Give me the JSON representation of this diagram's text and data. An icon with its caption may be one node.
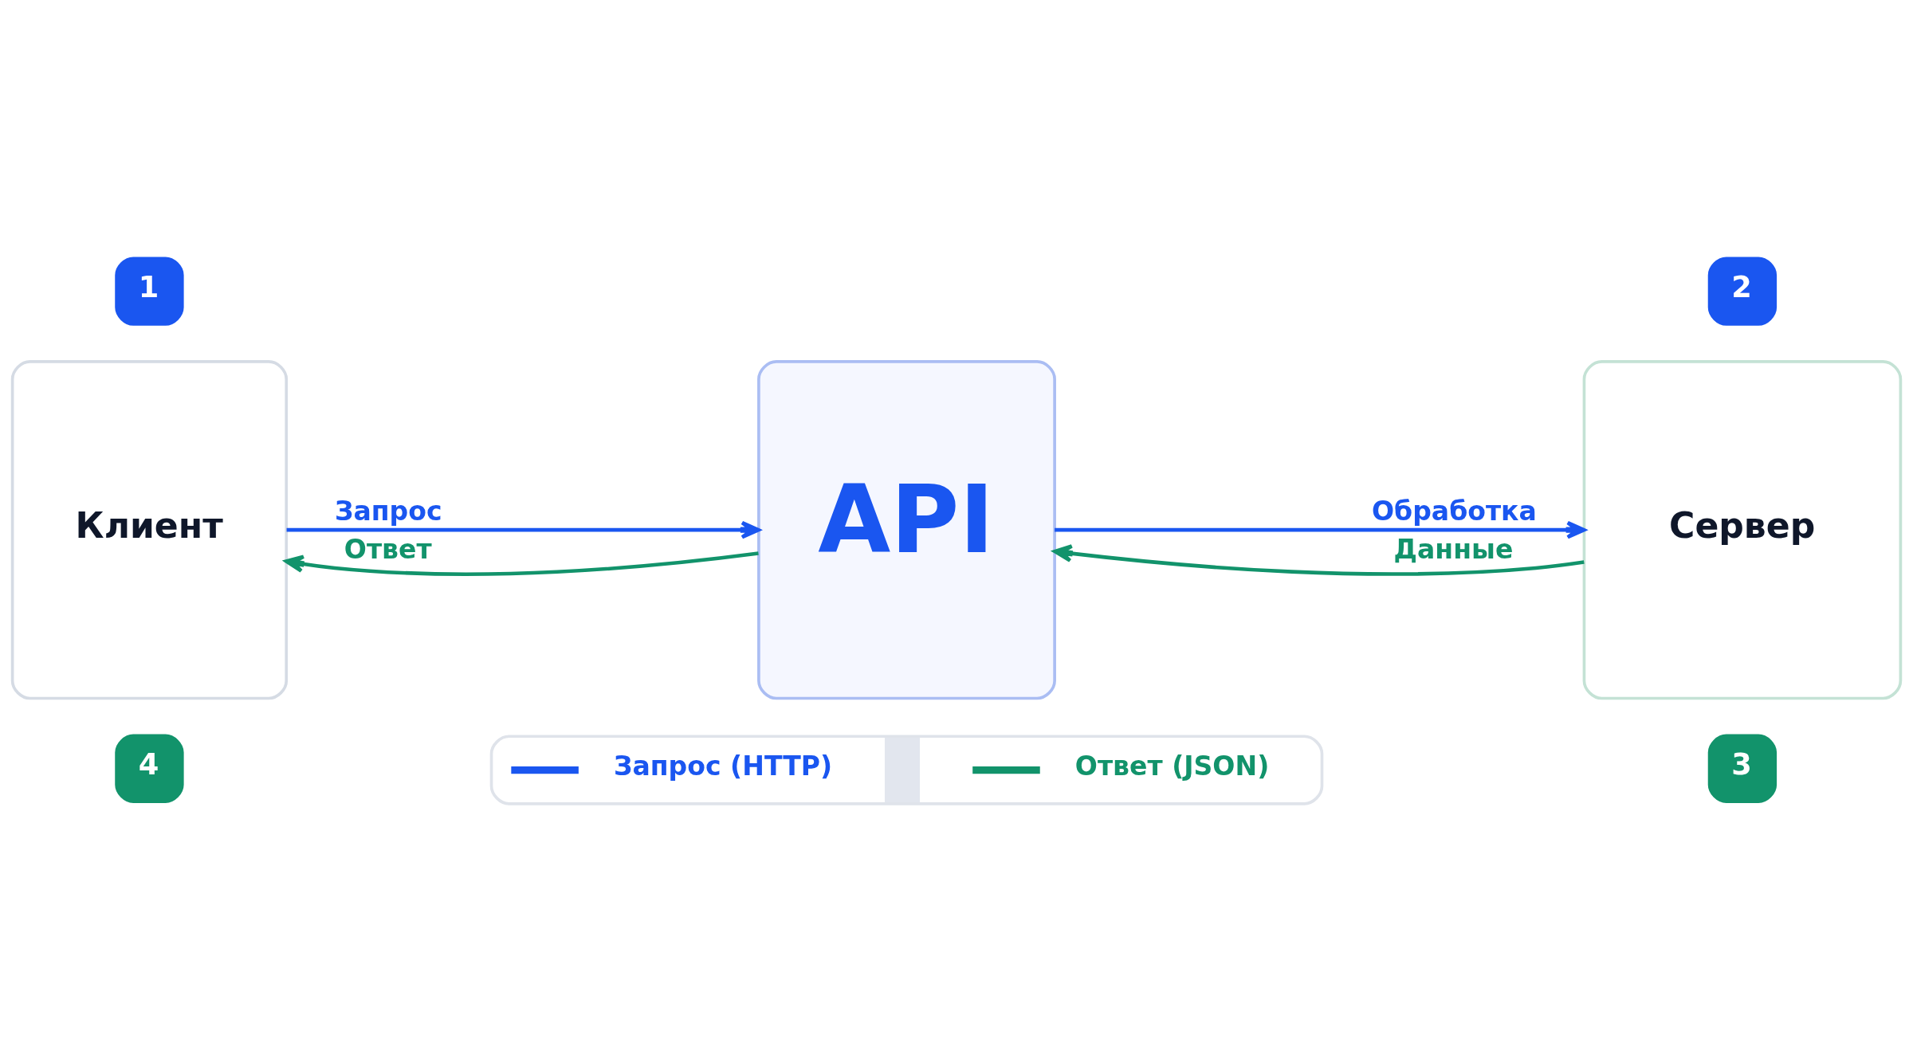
{
  "diagram": {
    "nodes": [
      {
        "text": [
          "Клиент"
        ]
      },
      {
        "text": [
          "API"
        ]
      },
      {
        "text": [
          "Сервер"
        ]
      }
    ],
    "edges": [
      {
        "from": 0,
        "to": 1,
        "arrow": "to",
        "label": "Запрос",
        "color": "#1a56f0"
      },
      {
        "from": 1,
        "to": 2,
        "arrow": "to",
        "label": "Обработка",
        "color": "#1a56f0"
      },
      {
        "from": 1,
        "to": 0,
        "arrow": "to",
        "label": "Ответ",
        "color": "#12936b"
      },
      {
        "from": 2,
        "to": 1,
        "arrow": "to",
        "label": "Данные",
        "color": "#12936b"
      }
    ],
    "labels": [
      "1",
      "2",
      "4",
      "3"
    ],
    "legend": [
      {
        "text": "Запрос (HTTP)"
      },
      {
        "text": "Ответ (JSON)"
      }
    ]
  }
}
